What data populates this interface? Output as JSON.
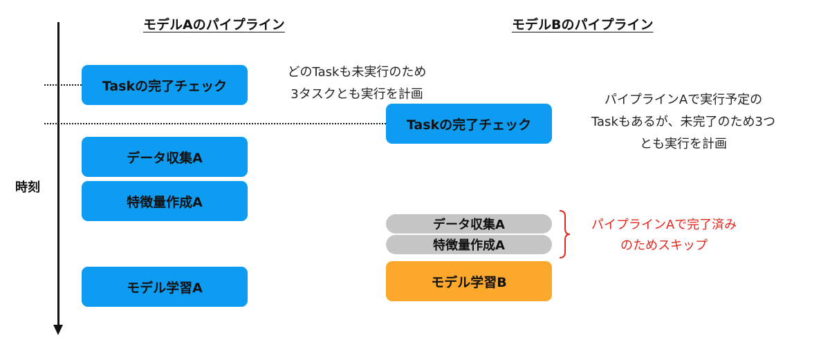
{
  "headers": {
    "model_a": "モデルAのパイプライン",
    "model_b": "モデルBのパイプライン"
  },
  "axis": {
    "label": "時刻"
  },
  "pipeline_a": {
    "check": "Taskの完了チェック",
    "collect": "データ収集A",
    "features": "特徴量作成A",
    "train": "モデル学習A"
  },
  "pipeline_b": {
    "check": "Taskの完了チェック",
    "collect": "データ収集A",
    "features": "特徴量作成A",
    "train": "モデル学習B"
  },
  "notes": {
    "a_line1": "どのTaskも未実行のため",
    "a_line2": "3タスクとも実行を計画",
    "b_line1": "パイプラインAで実行予定の",
    "b_line2": "Taskもあるが、未完了のため3つ",
    "b_line3": "とも実行を計画",
    "skip_line1": "パイプラインAで完了済み",
    "skip_line2": "のためスキップ"
  },
  "colors": {
    "task_blue": "#0d9cf2",
    "skipped_gray": "#c5c5c5",
    "model_b_orange": "#fca82c",
    "note_red": "#e8251b"
  }
}
